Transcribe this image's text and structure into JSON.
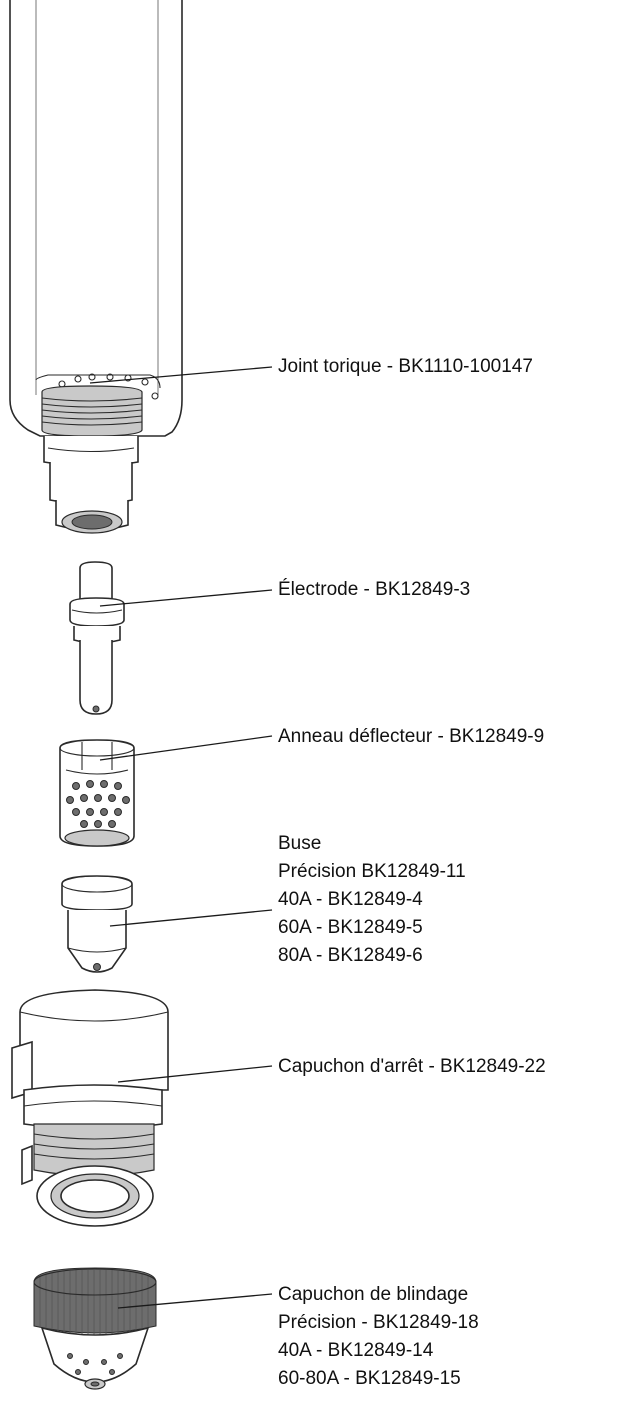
{
  "parts": [
    {
      "id": "o-ring",
      "lines": [
        "Joint torique - BK1110-100147"
      ]
    },
    {
      "id": "electrode",
      "lines": [
        "Électrode - BK12849-3"
      ]
    },
    {
      "id": "swirl-ring",
      "lines": [
        "Anneau déflecteur - BK12849-9"
      ]
    },
    {
      "id": "nozzle",
      "lines": [
        "Buse",
        "Précision BK12849-11",
        "40A - BK12849-4",
        "60A - BK12849-5",
        "80A - BK12849-6"
      ]
    },
    {
      "id": "retaining-cap",
      "lines": [
        "Capuchon d'arrêt - BK12849-22"
      ]
    },
    {
      "id": "shield-cap",
      "lines": [
        "Capuchon de blindage",
        "Précision - BK12849-18",
        "40A - BK12849-14",
        "60-80A - BK12849-15"
      ]
    }
  ]
}
